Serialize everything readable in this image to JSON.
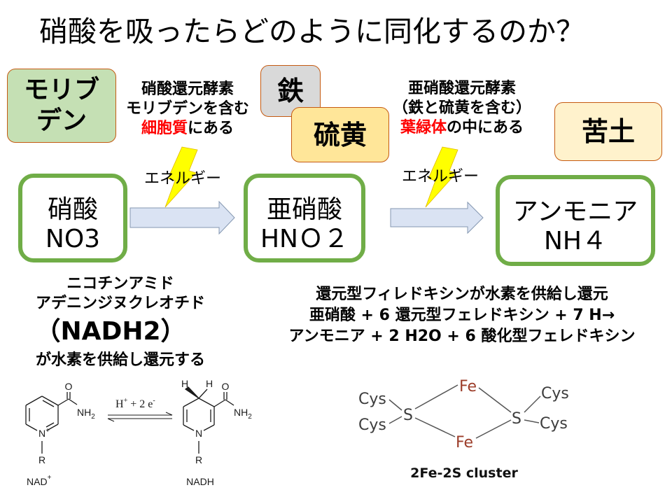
{
  "title": "硝酸を吸ったらどのように同化するのか？",
  "cofactors": {
    "molybdenum": [
      "モリブ",
      "デン"
    ],
    "iron": "鉄",
    "sulfur": "硫黄",
    "magnesium": "苦土"
  },
  "enzymes": {
    "nitrate_reductase": {
      "name": "硝酸還元酵素",
      "cofactor_note": "モリブデンを含む",
      "location": "細胞質",
      "location_suffix": "にある"
    },
    "nitrite_reductase": {
      "name": "亜硝酸還元酵素",
      "cofactor_note": "（鉄と硫黄を含む）",
      "location": "葉緑体",
      "location_suffix": "の中にある"
    }
  },
  "energy_labels": [
    "エネルギー",
    "エネルギー"
  ],
  "compounds": [
    {
      "name": "硝酸",
      "formula": "NO3"
    },
    {
      "name": "亜硝酸",
      "formula": "HNＯ２"
    },
    {
      "name": "アンモニア",
      "formula": "NH４"
    }
  ],
  "nadh_note": {
    "line1": "ニコチンアミド",
    "line2": "アデニンジヌクレオチド",
    "abbreviation": "（NADH2）",
    "line4": "が水素を供給し還元する"
  },
  "ferredoxin_note": {
    "line1": "還元型フィレドキシンが水素を供給し還元",
    "line2": "亜硝酸 + 6 還元型フェレドキシン + 7 H→",
    "line3": "アンモニア + 2 H2O + 6 酸化型フェレドキシン"
  },
  "nad_figure": {
    "nad_plus": {
      "carbonyl_oxygen": "O",
      "amide_group": "NH",
      "amide_subscript": "2",
      "ring_nitrogen": "N",
      "ring_nitrogen_charge": "+",
      "substituent": "R",
      "name": "NAD",
      "name_charge": "+"
    },
    "reaction": {
      "proton": "H",
      "proton_charge": "+",
      "electrons": "+ 2 e",
      "electron_charge": "-"
    },
    "nadh": {
      "hydrogen_left": "H",
      "hydrogen_right": "H",
      "carbonyl_oxygen": "O",
      "amide_group": "NH",
      "amide_subscript": "2",
      "ring_nitrogen": "N",
      "substituent": "R",
      "name": "NADH"
    }
  },
  "fes_figure": {
    "cysteines": [
      "Cys",
      "Cys",
      "Cys",
      "Cys"
    ],
    "sulfurs": [
      "S",
      "S"
    ],
    "irons": [
      "Fe",
      "Fe"
    ],
    "caption": "2Fe-2S cluster"
  },
  "colors": {
    "highlight": "#ff0000",
    "compound_border": "#70ad47",
    "cofactor_border": "#c55a11",
    "molybdenum_fill": "#c5e0b4",
    "iron_fill": "#d9d9d9",
    "sulfur_fill": "#ffe699",
    "magnesium_fill": "#fff2cc",
    "arrow_fill": "#dae3f3",
    "bolt_fill": "#ffff00",
    "fe_label": "#9c3d2a"
  }
}
